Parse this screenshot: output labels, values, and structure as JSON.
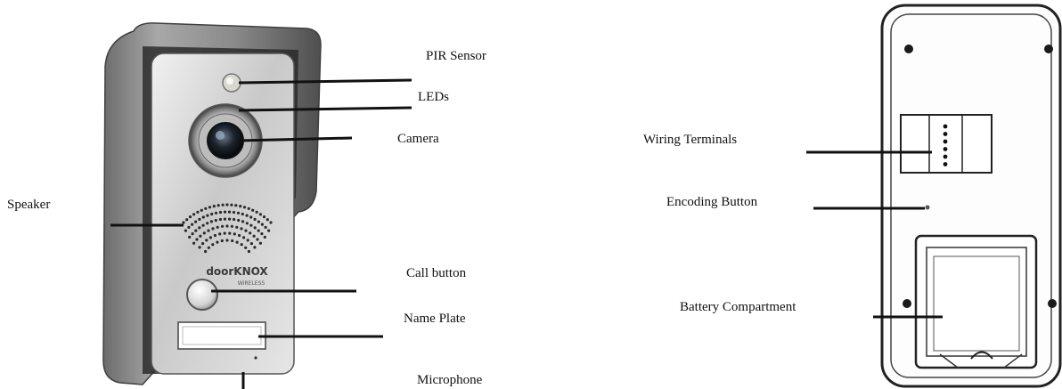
{
  "front_labels": {
    "pir_sensor": "PIR Sensor",
    "leds": "LEDs",
    "camera": "Camera",
    "speaker": "Speaker",
    "call_button": "Call button",
    "name_plate": "Name Plate",
    "microphone": "Microphone"
  },
  "back_labels": {
    "wiring_terminals": "Wiring Terminals",
    "encoding_button": "Encoding Button",
    "battery_compartment": "Battery Compartment"
  },
  "faceplate_logo": {
    "brand": "doorKNOX",
    "subline": "WIRELESS"
  }
}
